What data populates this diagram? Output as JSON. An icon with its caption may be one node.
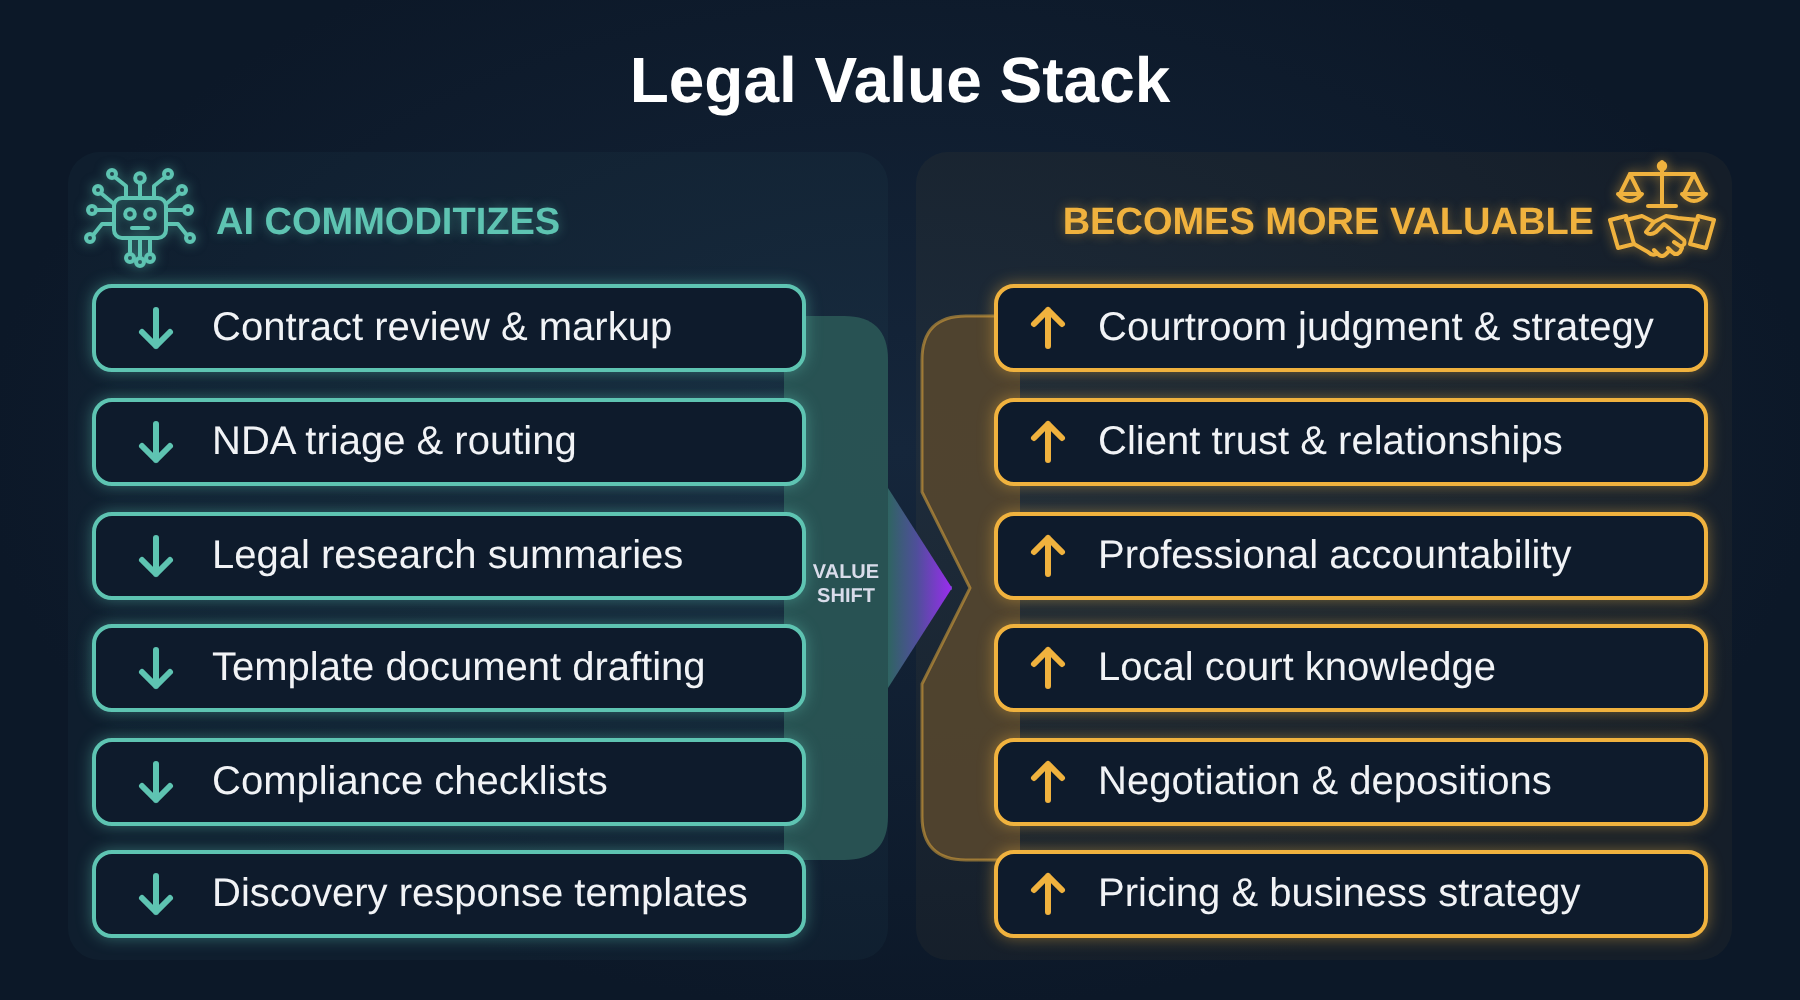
{
  "diagram": {
    "title": "Legal Value Stack",
    "nodes": [
      {
        "text": [
          "AI COMMODITIZES"
        ]
      },
      {
        "text": [
          "Contract review & markup"
        ],
        "in": 0
      },
      {
        "text": [
          "NDA triage & routing"
        ],
        "in": 0
      },
      {
        "text": [
          "Legal research summaries"
        ],
        "in": 0
      },
      {
        "text": [
          "Template document drafting"
        ],
        "in": 0
      },
      {
        "text": [
          "Compliance checklists"
        ],
        "in": 0
      },
      {
        "text": [
          "Discovery response templates"
        ],
        "in": 0
      },
      {
        "text": [
          "BECOMES MORE VALUABLE"
        ]
      },
      {
        "text": [
          "Courtroom judgment & strategy"
        ],
        "in": 7
      },
      {
        "text": [
          "Client trust & relationships"
        ],
        "in": 7
      },
      {
        "text": [
          "Professional accountability"
        ],
        "in": 7
      },
      {
        "text": [
          "Local court knowledge"
        ],
        "in": 7
      },
      {
        "text": [
          "Negotiation & depositions"
        ],
        "in": 7
      },
      {
        "text": [
          "Pricing & business strategy"
        ],
        "in": 7
      }
    ],
    "edges": [
      {
        "from": 0,
        "to": 7,
        "arrow": "to",
        "label": "VALUE SHIFT"
      }
    ]
  }
}
